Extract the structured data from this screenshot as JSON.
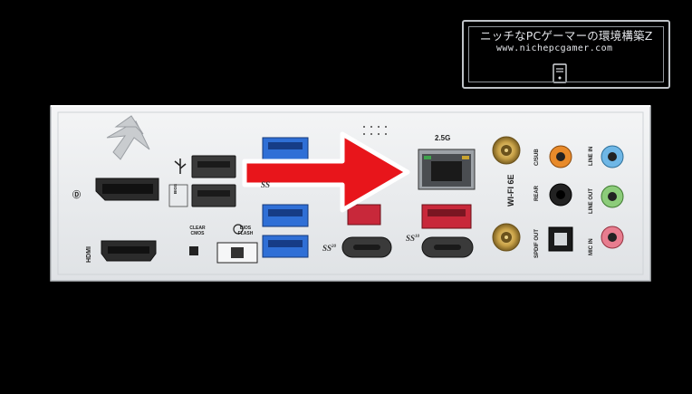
{
  "watermark": {
    "title": "ニッチなPCゲーマーの環境構築Z",
    "url": "www.nichepcgamer.com",
    "icon": "pc-tower-icon"
  },
  "port_labels": {
    "hdmi": "HDMI",
    "wifi": "WI-FI 6E",
    "lan_speed": "2.5G",
    "clear_cmos": "CLEAR CMOS",
    "bios_flash": "BIOS FLASH",
    "bios": "BIOS",
    "c_sub": "C/SUB",
    "rear": "REAR",
    "spdif_out": "SPDIF OUT",
    "line_in": "LINE IN",
    "line_out": "LINE OUT",
    "mic_in": "MIC IN",
    "ss": "SS",
    "ss_20": "20",
    "ss_10": "10"
  },
  "colors": {
    "background": "#000000",
    "io_shield": "#eceef0",
    "arrow": "#e8151b",
    "usb3_blue": "#2f6fd6",
    "usb_red": "#c8283a",
    "audio_orange": "#e88a2a",
    "audio_blue": "#6fb7e6",
    "audio_green": "#8ccc7a",
    "audio_pink": "#e87d8f",
    "antenna_gold": "#c9a248"
  }
}
